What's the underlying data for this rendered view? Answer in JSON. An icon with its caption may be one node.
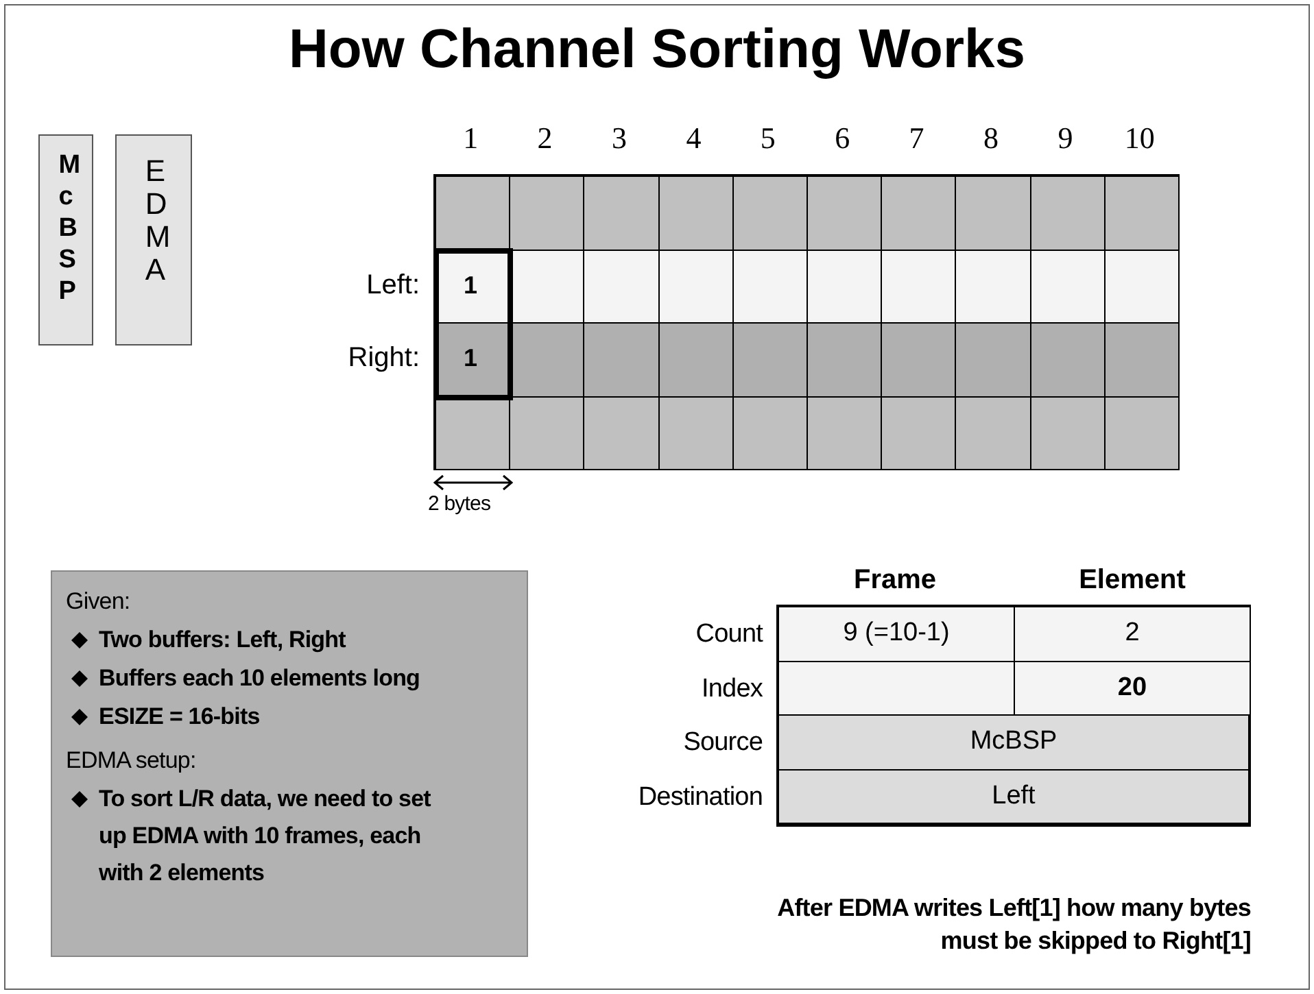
{
  "diagram": {
    "title": "How Channel Sorting Works",
    "nodes": [
      {
        "text": [
          "McBSP"
        ]
      },
      {
        "text": [
          "EDMA"
        ]
      },
      {
        "text": [
          "Given:",
          "Two buffers: Left, Right",
          "Buffers each 10 elements long",
          "ESIZE = 16-bits",
          "EDMA setup:",
          "To sort L/R data, we need to set up EDMA with 10 frames, each with 2 elements"
        ]
      }
    ],
    "labels": [
      "1",
      "2",
      "3",
      "4",
      "5",
      "6",
      "7",
      "8",
      "9",
      "10",
      "Left:",
      "1",
      "Right:",
      "1",
      "2 bytes",
      "Frame",
      "Element",
      "Count",
      "9 (=10-1)",
      "2",
      "Index",
      "20",
      "Source",
      "McBSP",
      "Destination",
      "Left",
      "After EDMA writes Left[1] how many bytes must be skipped to Right[1]"
    ]
  }
}
